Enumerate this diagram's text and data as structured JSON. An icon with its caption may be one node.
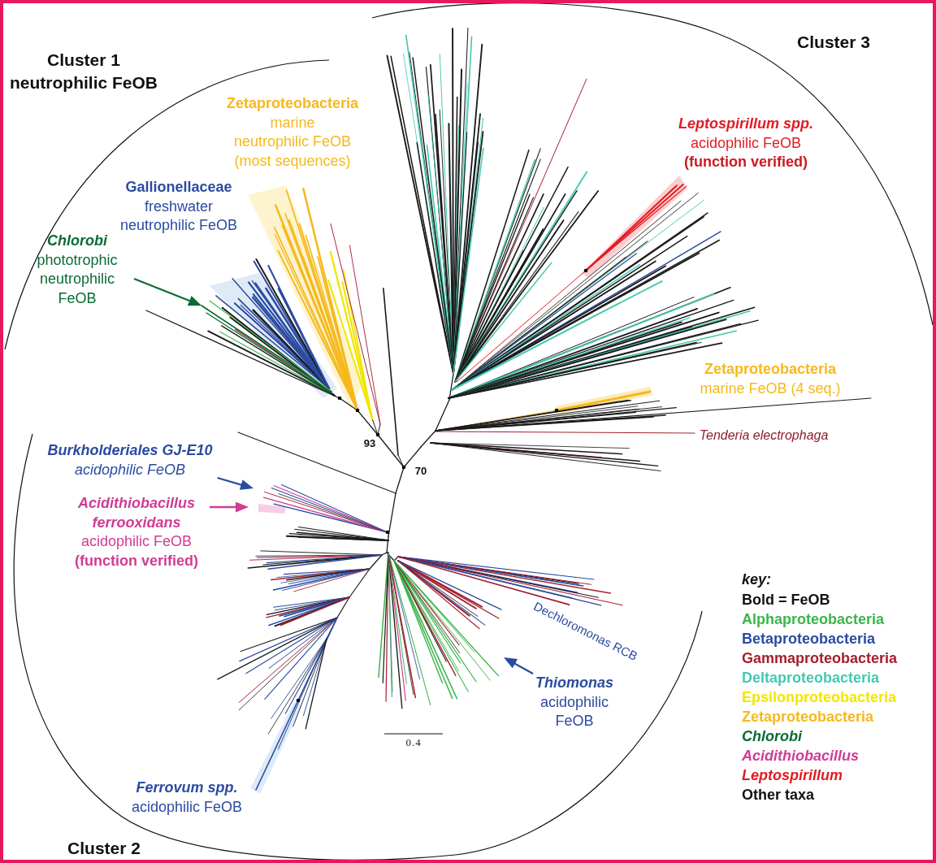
{
  "diagram": {
    "nodes": [
      {
        "text": [
          "Chlorobi",
          "phototrophic neutrophilic FeOB"
        ]
      },
      {
        "text": [],
        "shape": "picture"
      },
      {
        "text": [
          "Burkholderiales GJ-E10",
          "acidophilic FeOB"
        ]
      },
      {
        "text": [
          "Acidithiobacillus ferrooxidans",
          "acidophilic FeOB",
          "(function verified)"
        ]
      },
      {
        "text": [
          "Thiomonas",
          "acidophilic FeOB"
        ]
      }
    ],
    "edges": [
      {
        "from": 0,
        "to": 1,
        "arrow": "to",
        "color": "#0b6b35"
      },
      {
        "from": 2,
        "to": null,
        "arrow": "to",
        "color": "#2b4ba0"
      },
      {
        "from": 3,
        "to": null,
        "arrow": "to",
        "color": "#d03c94"
      },
      {
        "from": 4,
        "to": null,
        "arrow": "to",
        "color": "#2b4ba0"
      }
    ],
    "labels": [
      "Cluster 3",
      "Cluster 1",
      "neutrophilic FeOB",
      "Zetaproteobacteria",
      "marine neutrophilic FeOB (most sequences)",
      "Leptospirillum spp.",
      "acidophilic FeOB",
      "(function verified)",
      "Gallionellaceae",
      "freshwater neutrophilic FeOB",
      "Zetaproteobacteria",
      "marine FeOB (4 seq.)",
      "93",
      "Tenderia electrophaga",
      "70",
      "key:",
      "Dechloromonas RCB",
      "0.4",
      "Ferrovum spp.",
      "acidophilic FeOB",
      "Cluster 2"
    ],
    "legend": [
      {
        "text": "Bold = FeOB"
      },
      {
        "text": "Alphaproteobacteria",
        "color": "#3cb54a"
      },
      {
        "text": "Betaproteobacteria",
        "color": "#2b4ba0"
      },
      {
        "text": "Gammaproteobacteria",
        "color": "#a3202e"
      },
      {
        "text": "Deltaproteobacteria",
        "color": "#45c9b0"
      },
      {
        "text": "Epsilonproteobacteria",
        "color": "#f2e600"
      },
      {
        "text": "Zetaproteobacteria",
        "color": "#f6b81c"
      },
      {
        "text": "Chlorobi",
        "color": "#0b6b35"
      },
      {
        "text": "Acidithiobacillus",
        "color": "#d03c94"
      },
      {
        "text": "Leptospirillum",
        "color": "#e31b23"
      },
      {
        "text": "Other taxa",
        "color": "#111111"
      }
    ]
  }
}
